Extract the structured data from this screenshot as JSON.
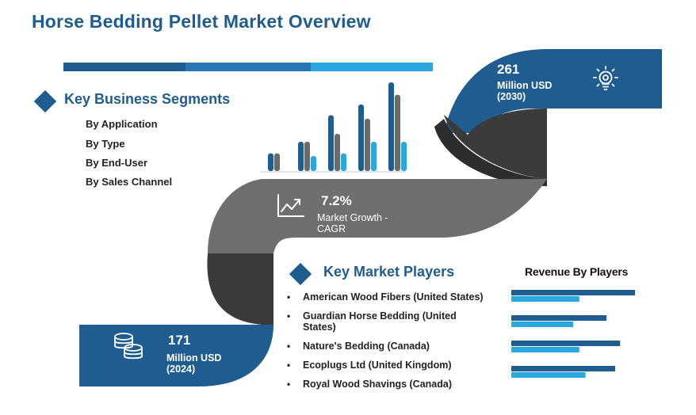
{
  "title": "Horse Bedding Pellet Market Overview",
  "colors": {
    "dark_blue": "#1f5c8f",
    "mid_blue": "#2a77b8",
    "light_blue": "#29a8e0",
    "gray": "#6b6b6b",
    "dark_gray": "#4a4a4a"
  },
  "segments": {
    "title": "Key Business Segments",
    "items": [
      "By Application",
      "By Type",
      "By End-User",
      "By Sales Channel"
    ]
  },
  "stat_2030": {
    "value": "261",
    "unit_line1": "Million USD",
    "unit_line2": "(2030)",
    "icon": "lightbulb-icon"
  },
  "growth": {
    "value": "7.2%",
    "label_line1": "Market Growth -",
    "label_line2": "CAGR",
    "icon": "trend-chart-icon"
  },
  "stat_2024": {
    "value": "171",
    "unit_line1": "Million USD",
    "unit_line2": "(2024)",
    "icon": "coins-icon"
  },
  "players": {
    "title": "Key Market Players",
    "items": [
      "American Wood Fibers (United States)",
      "Guardian Horse Bedding (United States)",
      "Nature's Bedding (Canada)",
      "Ecoplugs Ltd (United Kingdom)",
      "Royal Wood Shavings (Canada)"
    ]
  },
  "revenue": {
    "title": "Revenue By Players",
    "bars": [
      {
        "primary": 1.0,
        "secondary": 0.55
      },
      {
        "primary": 0.77,
        "secondary": 0.5
      },
      {
        "primary": 0.88,
        "secondary": 0.55
      },
      {
        "primary": 0.84,
        "secondary": 0.6
      }
    ]
  },
  "deco_chart": {
    "groups": [
      {
        "dark": 0.2,
        "gray": 0.2,
        "light": 0.0
      },
      {
        "dark": 0.33,
        "gray": 0.33,
        "light": 0.17
      },
      {
        "dark": 0.63,
        "gray": 0.42,
        "light": 0.2
      },
      {
        "dark": 0.75,
        "gray": 0.59,
        "light": 0.33
      },
      {
        "dark": 1.0,
        "gray": 0.86,
        "light": 0.33
      }
    ]
  }
}
